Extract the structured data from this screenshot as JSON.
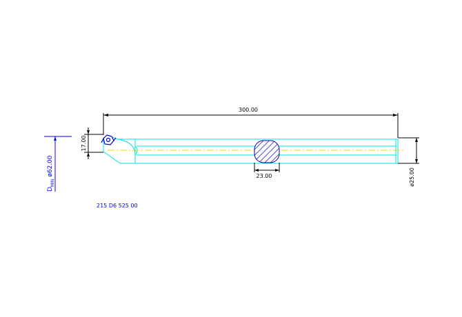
{
  "drawing": {
    "dimensions": {
      "overall_length": "300.00",
      "edge_offset": "17.00",
      "section_width": "23.00",
      "shank_diameter": "ø25.00",
      "min_bore": {
        "prefix": "D",
        "subscript": "MIN",
        "value": " ø62.00"
      }
    },
    "part_code": "215 D6 525 00",
    "colors": {
      "outline": "#00e5e5",
      "centerline": "#e0e000",
      "dimension": "#000000",
      "annotation": "#0000ff",
      "hatch": "#0000aa"
    }
  }
}
